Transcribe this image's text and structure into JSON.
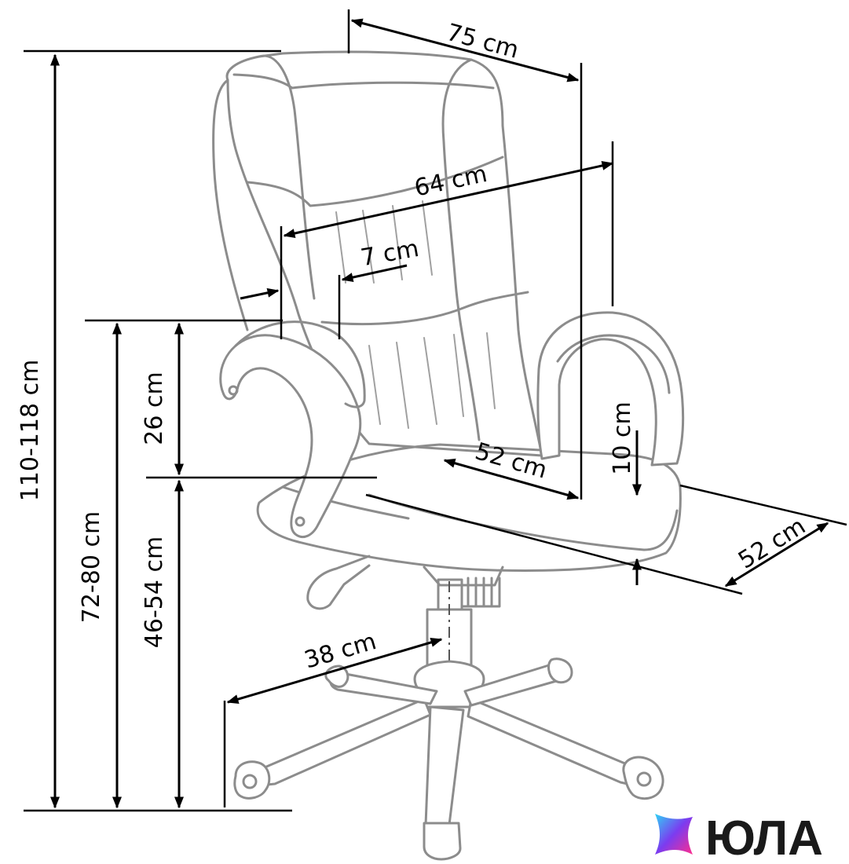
{
  "dimensions": {
    "total_height": "110-118 cm",
    "seat_height": "46-54 cm",
    "armrest_height": "72-80 cm",
    "armrest_to_seat": "26 cm",
    "total_width": "75 cm",
    "inner_width": "64 cm",
    "armrest_width": "7 cm",
    "seat_depth": "52 cm",
    "seat_width": "52 cm",
    "seat_thickness": "10 cm",
    "base_radius": "38 cm"
  },
  "brand": {
    "name": "ЮЛА",
    "colors": [
      "#2fd3f5",
      "#7b3cf0",
      "#ff2d8d"
    ],
    "text_color": "#1a1a1a"
  }
}
